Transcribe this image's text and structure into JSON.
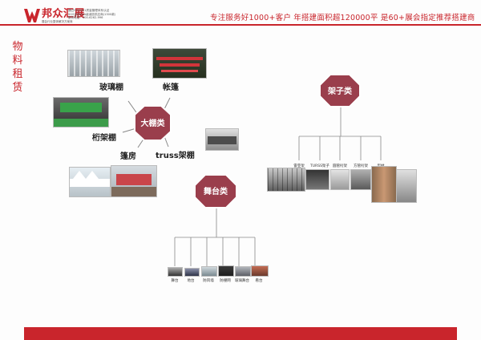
{
  "header": {
    "brand": "邦众汇展",
    "brand_sub": "展会行业整体解决方案商",
    "cert_lines": [
      "通过ISO9001质量管理体系认证",
      "SGS全球AAA级诚信供应商(1300款)",
      "服务电话：400-6262-996"
    ],
    "slogan": "专注服务好1000+客户  年搭建面积超120000平  是60+展会指定推荐搭建商",
    "accent_color": "#c9252c"
  },
  "side_title": [
    "物",
    "料",
    "租",
    "赁"
  ],
  "tent": {
    "hub": "大棚类",
    "items": [
      "玻璃棚",
      "帐篷",
      "桁架棚",
      "篷房",
      "truss架棚"
    ]
  },
  "frame": {
    "hub": "架子类",
    "items": [
      "雷亚架",
      "TURSS架子",
      "圆管桁架",
      "方管桁架",
      "型材"
    ]
  },
  "stage": {
    "hub": "舞台类",
    "items": [
      "舞台",
      "地台",
      "防风墙",
      "防撞网",
      "玻璃舞台",
      "看台"
    ]
  }
}
